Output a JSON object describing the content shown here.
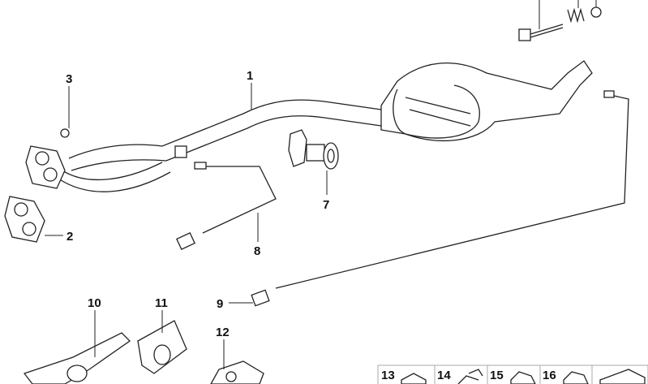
{
  "diagram": {
    "title": "Exhaust system parts diagram",
    "labels": {
      "p1": "1",
      "p2": "2",
      "p3": "3",
      "p7": "7",
      "p8": "8",
      "p9": "9",
      "p10": "10",
      "p11": "11",
      "p12": "12",
      "p13": "13",
      "p14": "14",
      "p15": "15",
      "p16": "16"
    }
  }
}
